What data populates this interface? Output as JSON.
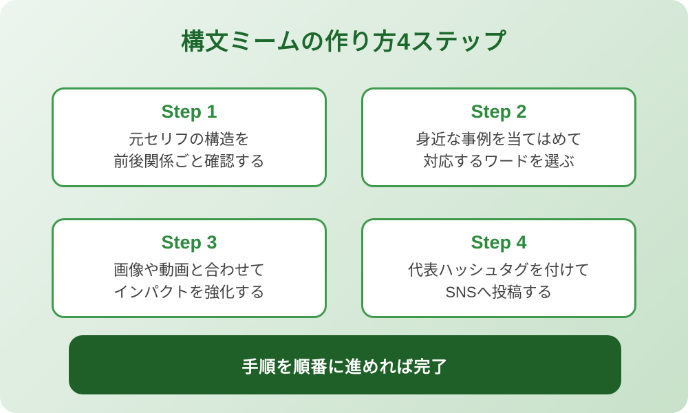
{
  "title": "構文ミームの作り方4ステップ",
  "steps": [
    {
      "label": "Step 1",
      "line1": "元セリフの構造を",
      "line2": "前後関係ごと確認する"
    },
    {
      "label": "Step 2",
      "line1": "身近な事例を当てはめて",
      "line2": "対応するワードを選ぶ"
    },
    {
      "label": "Step 3",
      "line1": "画像や動画と合わせて",
      "line2": "インパクトを強化する"
    },
    {
      "label": "Step 4",
      "line1": "代表ハッシュタグを付けて",
      "line2": "SNSへ投稿する"
    }
  ],
  "banner": {
    "text": "手順を順番に進めれば完了"
  },
  "colors": {
    "title_green": "#1c682c",
    "step_green": "#2e8b3e",
    "card_border": "#3f9a4d",
    "banner_bg": "#1f5f28",
    "body_text": "#404040",
    "bg_start": "#ecf5ee",
    "bg_end": "#c8e1c9"
  }
}
